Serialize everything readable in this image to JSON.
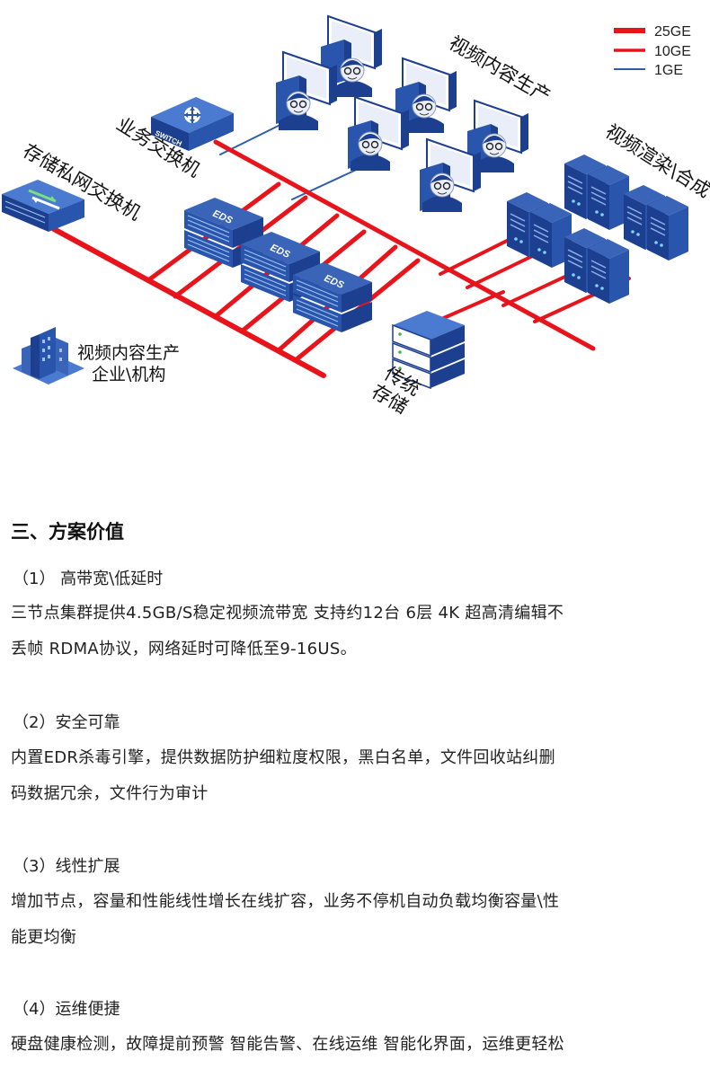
{
  "diagram": {
    "legend": [
      {
        "label": "25GE",
        "color": "#e8141c"
      },
      {
        "label": "10GE",
        "color": "#e8141c"
      },
      {
        "label": "1GE",
        "color": "#2e5ea6"
      }
    ],
    "labels": {
      "business_switch": "业务交换机",
      "storage_switch": "存储私网交换机",
      "video_production": "视频内容生产",
      "render": "视频渲染\\合成",
      "enterprise_line1": "视频内容生产",
      "enterprise_line2": "企业\\机构",
      "traditional_line1": "传统",
      "traditional_line2": "存储",
      "switch_face": "SWITCH",
      "eds": "EDS"
    }
  },
  "section": {
    "title": "三、方案价值",
    "items": [
      {
        "heading": "（1） 高带宽\\低延时",
        "lines": [
          "三节点集群提供4.5GB/S稳定视频流带宽 支持约12台 6层 4K 超高清编辑不",
          "丢帧 RDMA协议，网络延时可降低至9-16US。"
        ]
      },
      {
        "heading": "（2）安全可靠",
        "lines": [
          "内置EDR杀毒引擎，提供数据防护细粒度权限，黑白名单，文件回收站纠删",
          "码数据冗余，文件行为审计"
        ]
      },
      {
        "heading": "（3）线性扩展",
        "lines": [
          "增加节点，容量和性能线性增长在线扩容，业务不停机自动负载均衡容量\\性",
          "能更均衡"
        ]
      },
      {
        "heading": "（4）运维便捷",
        "lines": [
          "硬盘健康检测，故障提前预警 智能告警、在线运维 智能化界面，运维更轻松"
        ]
      }
    ]
  }
}
